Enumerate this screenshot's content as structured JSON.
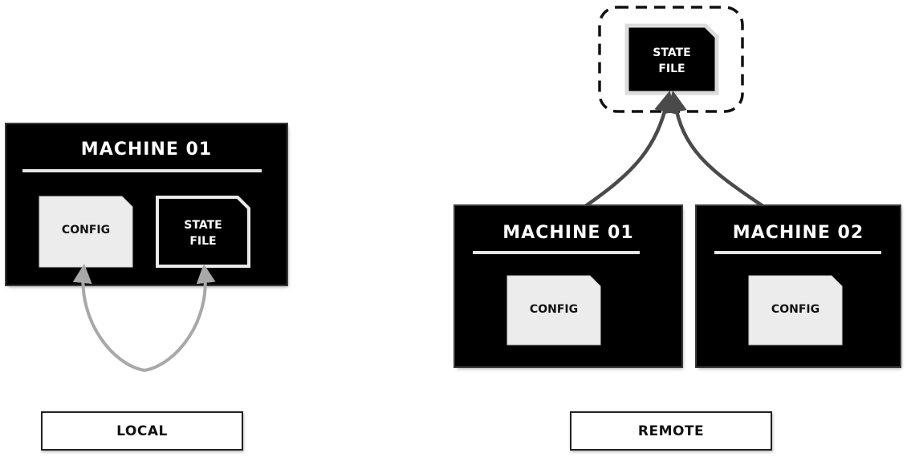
{
  "local": {
    "machine_title": "MACHINE 01",
    "config_label": "CONFIG",
    "state_label_line1": "STATE",
    "state_label_line2": "FILE",
    "caption": "LOCAL"
  },
  "remote": {
    "state_label_line1": "STATE",
    "state_label_line2": "FILE",
    "machines": [
      {
        "title": "MACHINE 01",
        "config_label": "CONFIG"
      },
      {
        "title": "MACHINE 02",
        "config_label": "CONFIG"
      }
    ],
    "caption": "REMOTE"
  },
  "colors": {
    "machine_bg": "#000000",
    "config_fill": "#ececec",
    "local_arrow": "#a8a8a8",
    "remote_arrow": "#4a4a4a"
  }
}
